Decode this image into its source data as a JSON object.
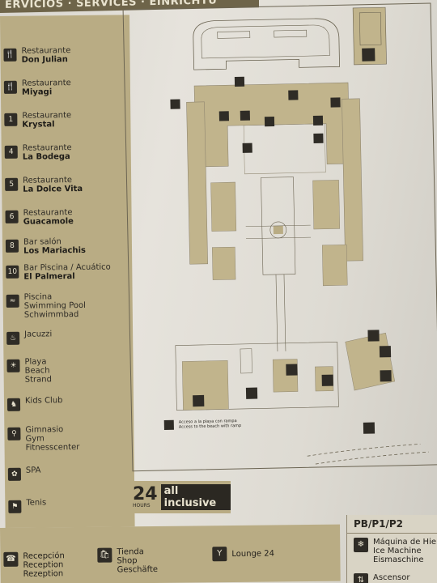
{
  "banner": {
    "text": "ERVICIOS · SERVICES · EINRICHTU"
  },
  "legend": [
    {
      "icon": "🍴",
      "icon_name": "restaurant-icon",
      "l1": "Restaurante",
      "l2": "Don Julian",
      "l3": ""
    },
    {
      "icon": "🍴",
      "icon_name": "restaurant-icon",
      "l1": "Restaurante",
      "l2": "Miyagi",
      "l3": ""
    },
    {
      "icon": "1",
      "icon_name": "restaurant-1-icon",
      "l1": "Restaurante",
      "l2": "Krystal",
      "l3": ""
    },
    {
      "icon": "4",
      "icon_name": "restaurant-4-icon",
      "l1": "Restaurante",
      "l2": "La Bodega",
      "l3": ""
    },
    {
      "icon": "5",
      "icon_name": "restaurant-5-icon",
      "l1": "Restaurante",
      "l2": "La Dolce Vita",
      "l3": ""
    },
    {
      "icon": "6",
      "icon_name": "restaurant-6-icon",
      "l1": "Restaurante",
      "l2": "Guacamole",
      "l3": ""
    },
    {
      "icon": "8",
      "icon_name": "bar-8-icon",
      "l1": "Bar salón",
      "l2": "Los Mariachis",
      "l3": ""
    },
    {
      "icon": "10",
      "icon_name": "bar-10-icon",
      "l1": "Bar Piscina / Acuático",
      "l2": "El Palmeral",
      "l3": ""
    },
    {
      "icon": "≈",
      "icon_name": "pool-icon",
      "l1": "Piscina",
      "l2": "",
      "l3": "Swimming Pool\nSchwimmbad"
    },
    {
      "icon": "♨",
      "icon_name": "jacuzzi-icon",
      "l1": "Jacuzzi",
      "l2": "",
      "l3": ""
    },
    {
      "icon": "☀",
      "icon_name": "beach-icon",
      "l1": "Playa",
      "l2": "",
      "l3": "Beach\nStrand"
    },
    {
      "icon": "♞",
      "icon_name": "kids-club-icon",
      "l1": "Kids Club",
      "l2": "",
      "l3": ""
    },
    {
      "icon": "⚲",
      "icon_name": "gym-icon",
      "l1": "Gimnasio",
      "l2": "",
      "l3": "Gym\nFitnesscenter"
    },
    {
      "icon": "✿",
      "icon_name": "spa-icon",
      "l1": "SPA",
      "l2": "",
      "l3": ""
    },
    {
      "icon": "⚑",
      "icon_name": "tennis-icon",
      "l1": "Tenis",
      "l2": "",
      "l3": ""
    }
  ],
  "brand": {
    "number": "24",
    "hours": "HOURS",
    "tag": "all inclusive"
  },
  "access_note": "Acceso a la playa con rampa\nAccess to the beach with ramp",
  "bottom": [
    {
      "icon": "☎",
      "icon_name": "reception-icon",
      "l1": "Recepción",
      "l2": "Reception",
      "l3": "Rezeption"
    },
    {
      "icon": "🛍",
      "icon_name": "shop-icon",
      "l1": "Tienda",
      "l2": "Shop",
      "l3": "Geschäfte"
    },
    {
      "icon": "Y",
      "icon_name": "lounge-icon",
      "l1": "Lounge 24",
      "l2": "",
      "l3": ""
    }
  ],
  "levels": {
    "header": "PB/P1/P2",
    "items": [
      {
        "icon": "❄",
        "icon_name": "ice-machine-icon",
        "l1": "Máquina de Hie",
        "l2": "Ice Machine",
        "l3": "Eismaschine"
      },
      {
        "icon": "⇅",
        "icon_name": "elevator-icon",
        "l1": "Ascensor",
        "l2": "",
        "l3": ""
      }
    ]
  },
  "colors": {
    "gold": "#b9ac84",
    "dark": "#2f2c26",
    "building": "#c1b48c",
    "paper": "#e6e3dc"
  }
}
